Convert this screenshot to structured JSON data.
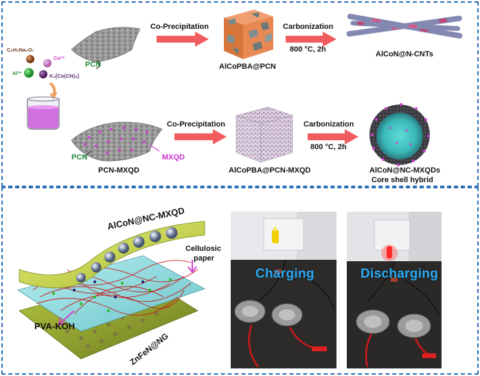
{
  "top_panel": {
    "precursors": {
      "citrate": "C₆H₅Na₃O₇",
      "co": "Co²⁺",
      "al": "Al³⁺",
      "k3": "K₃[Co(CN)₆]"
    },
    "row1": {
      "pcn_label": "PCN",
      "step1_label": "Co-Precipitation",
      "product1_label": "AlCoPBA@PCN",
      "step2_label": "Carbonization",
      "step2_condition": "800 °C, 2h",
      "product2_label": "AlCoN@N-CNTs"
    },
    "row2": {
      "pcn_label": "PCN",
      "mxqd_label": "MXQD",
      "substrate_label": "PCN-MXQD",
      "step1_label": "Co-Precipitation",
      "product1_label": "AlCoPBA@PCN-MXQD",
      "step2_label": "Carbonization",
      "step2_condition": "800 °C, 2h",
      "product2_label_line1": "AlCoN@NC-MXQDs",
      "product2_label_line2": "Core shell hybrid"
    }
  },
  "bottom_panel": {
    "device": {
      "cathode_label": "AlCoN@NC-MXQD",
      "separator_label_line1": "Cellulosic",
      "separator_label_line2": "paper",
      "electrolyte_label": "PVA-KOH",
      "anode_label": "ZnFeN@NG"
    },
    "photos": {
      "charging_label": "Charging",
      "discharging_label": "Discharging"
    }
  },
  "colors": {
    "border": "#2a6fb5",
    "arrow": "#f25c5c",
    "green_text": "#1f8a3a",
    "magenta_text": "#d030d0",
    "photo_text": "#29a9f3"
  }
}
